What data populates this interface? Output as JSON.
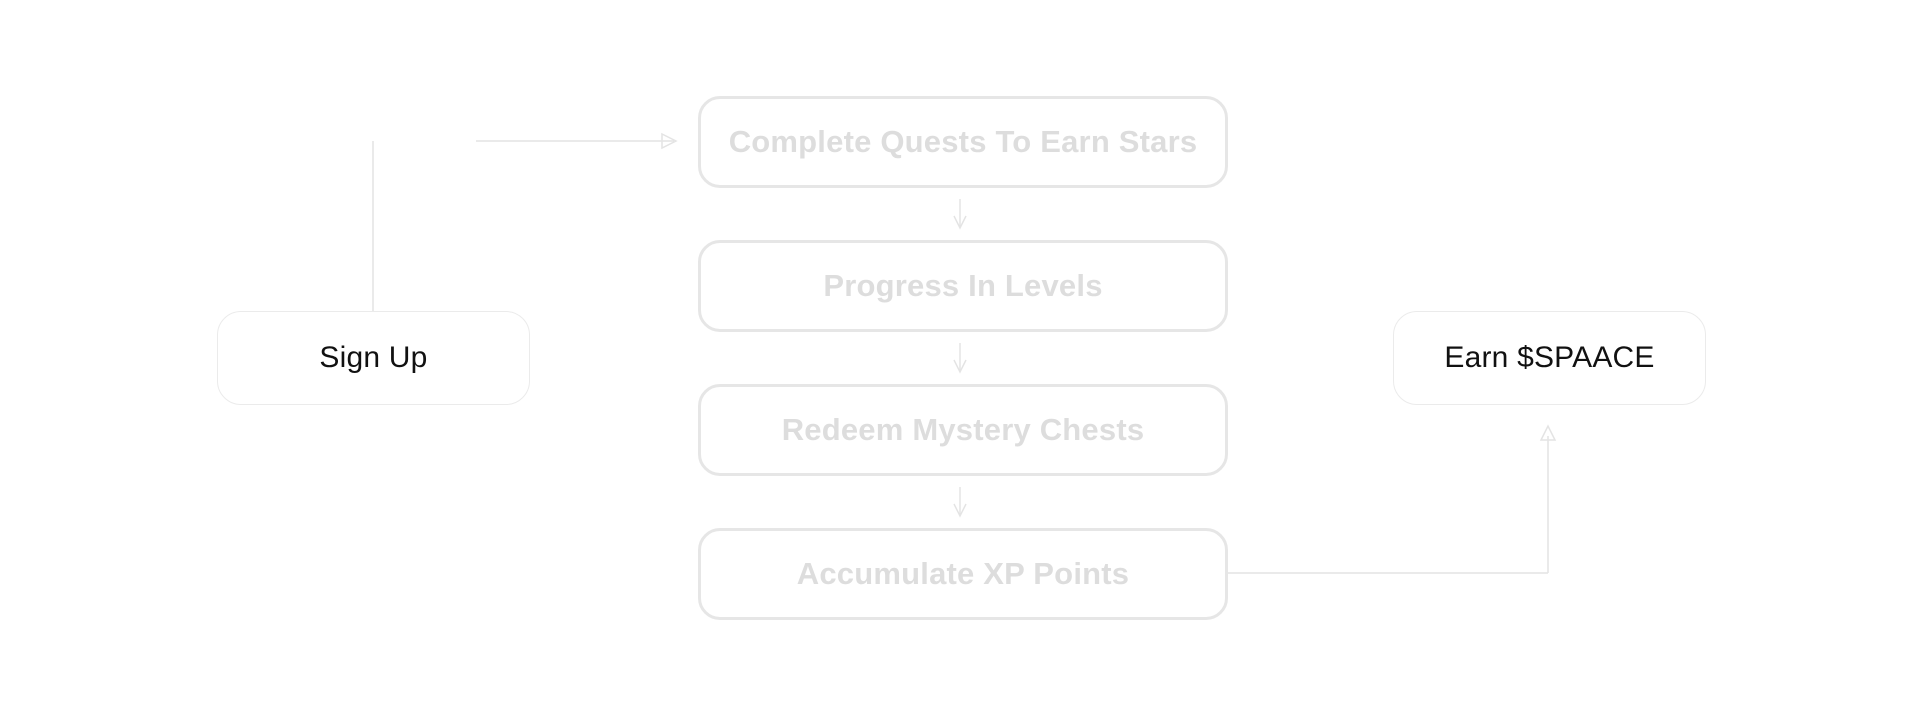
{
  "diagram": {
    "start_label": "Sign Up",
    "end_label": "Earn $SPAACE",
    "steps": [
      {
        "label": "Complete Quests To Earn Stars"
      },
      {
        "label": "Progress In Levels"
      },
      {
        "label": "Redeem Mystery Chests"
      },
      {
        "label": "Accumulate XP Points"
      }
    ]
  },
  "colors": {
    "start_end_text": "#111111",
    "step_text": "#dddddd",
    "step_border": "#e6e6e6",
    "connector": "#e4e4e4"
  }
}
